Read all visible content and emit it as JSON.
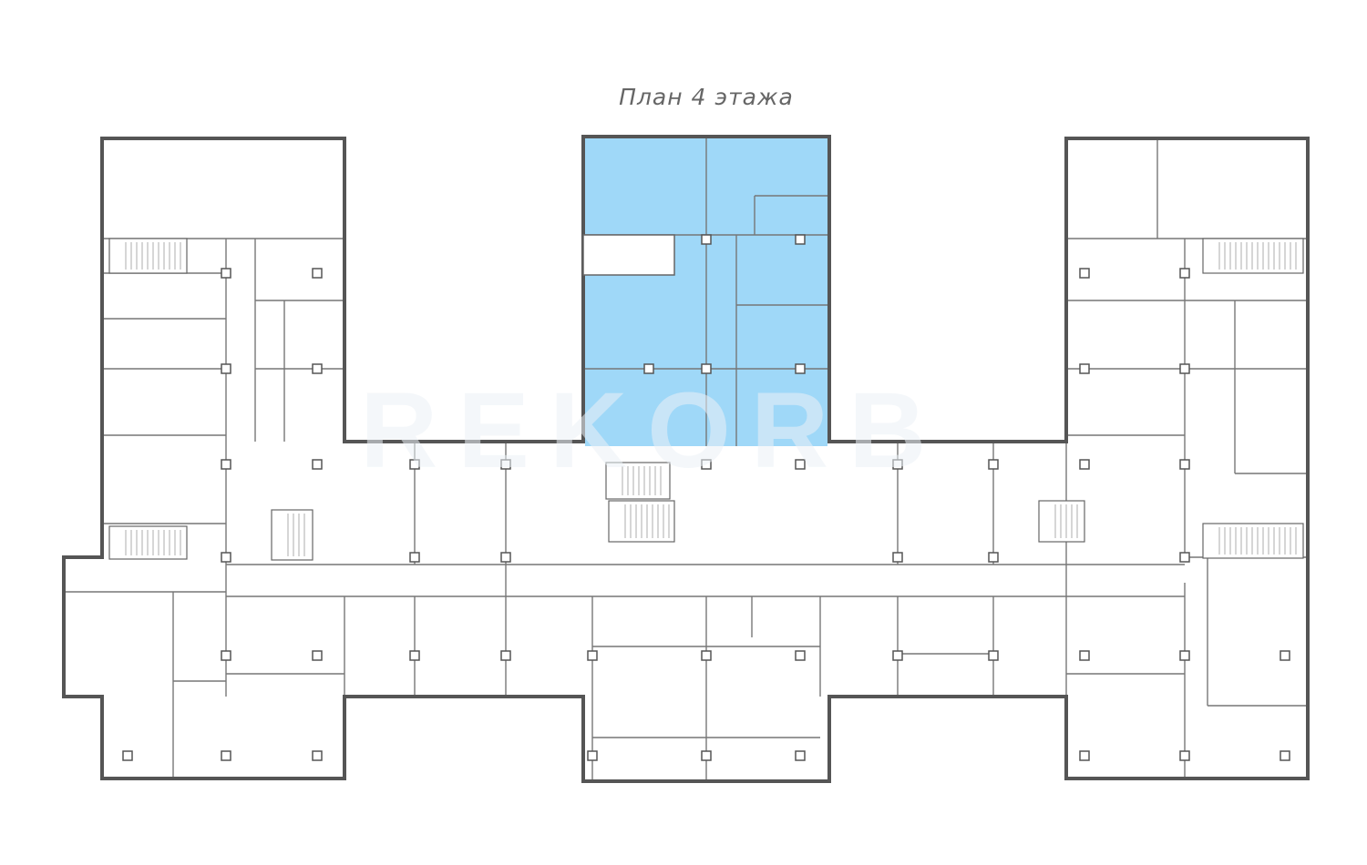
{
  "plan": {
    "title": "План 4 этажа",
    "watermark": "REKORB",
    "highlight_color": "#9fd8f8",
    "highlighted_unit": "center-north-block"
  }
}
